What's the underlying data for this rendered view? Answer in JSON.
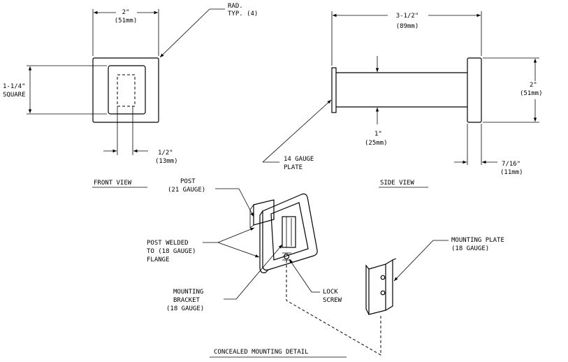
{
  "front_view": {
    "width_dim": "2\"",
    "width_mm": "(51mm)",
    "height_dim": "1-1/4\"",
    "height_label": "SQUARE",
    "radius_label": "RAD.",
    "radius_typ": "TYP. (4)",
    "post_dim": "1/2\"",
    "post_mm": "(13mm)",
    "title": "FRONT VIEW"
  },
  "side_view": {
    "length_dim": "3-1/2\"",
    "length_mm": "(89mm)",
    "height_dim": "2\"",
    "height_mm": "(51mm)",
    "post_dim": "1\"",
    "post_mm": "(25mm)",
    "plate_label_1": "14 GAUGE",
    "plate_label_2": "PLATE",
    "flange_dim": "7/16\"",
    "flange_mm": "(11mm)",
    "title": "SIDE VIEW"
  },
  "detail": {
    "post_label_1": "POST",
    "post_label_2": "(21 GAUGE)",
    "weld_label_1": "POST WELDED",
    "weld_label_2": "TO (18 GAUGE)",
    "weld_label_3": "FLANGE",
    "bracket_label_1": "MOUNTING",
    "bracket_label_2": "BRACKET",
    "bracket_label_3": "(18 GAUGE)",
    "lock_label_1": "LOCK",
    "lock_label_2": "SCREW",
    "plate_label_1": "MOUNTING PLATE",
    "plate_label_2": "(18 GAUGE)",
    "title": "CONCEALED MOUNTING DETAIL"
  }
}
